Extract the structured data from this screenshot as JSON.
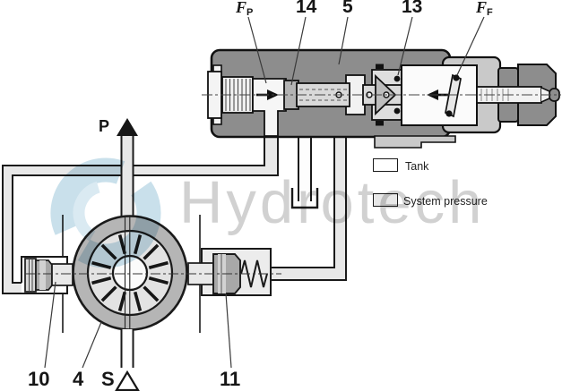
{
  "watermark": {
    "brand": "Hydrotech"
  },
  "ports": {
    "pressure": "P",
    "suction": "S"
  },
  "forces": {
    "pump_side": {
      "symbol": "F",
      "subscript": "P"
    },
    "spring_side": {
      "symbol": "F",
      "subscript": "F"
    }
  },
  "callouts": {
    "control_spool": "14",
    "valve_housing": "5",
    "valve_poppet": "13",
    "suction_fitting": "10",
    "pump_unit": "4",
    "pressure_valve": "11"
  },
  "legend": {
    "items": [
      {
        "label": "Tank",
        "color": "#ffffff"
      },
      {
        "label": "System pressure",
        "color": "#e7e7e7"
      }
    ]
  },
  "colors": {
    "housing_gray": "#8d8d8d",
    "system_pressure_pipe": "#e8e8e8",
    "tank_line": "#ffffff",
    "pump_ring": "#b5b5b5",
    "watermark_text": "#c6c6c6",
    "watermark_swirl": "#a5cbdd"
  }
}
